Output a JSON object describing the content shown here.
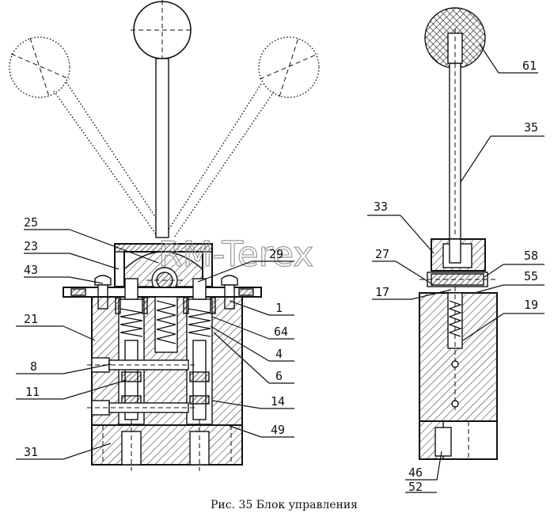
{
  "caption": "Рис. 35 Блок управления",
  "watermark": "RM-Terex",
  "callouts_left": {
    "c25": "25",
    "c23": "23",
    "c43": "43",
    "c29": "29",
    "c21": "21",
    "c1": "1",
    "c64": "64",
    "c4": "4",
    "c8": "8",
    "c6": "6",
    "c11": "11",
    "c14": "14",
    "c49": "49",
    "c31": "31"
  },
  "callouts_right": {
    "c61": "61",
    "c35": "35",
    "c33": "33",
    "c27": "27",
    "c58": "58",
    "c55": "55",
    "c17": "17",
    "c19": "19",
    "c46": "46",
    "c52": "52"
  }
}
